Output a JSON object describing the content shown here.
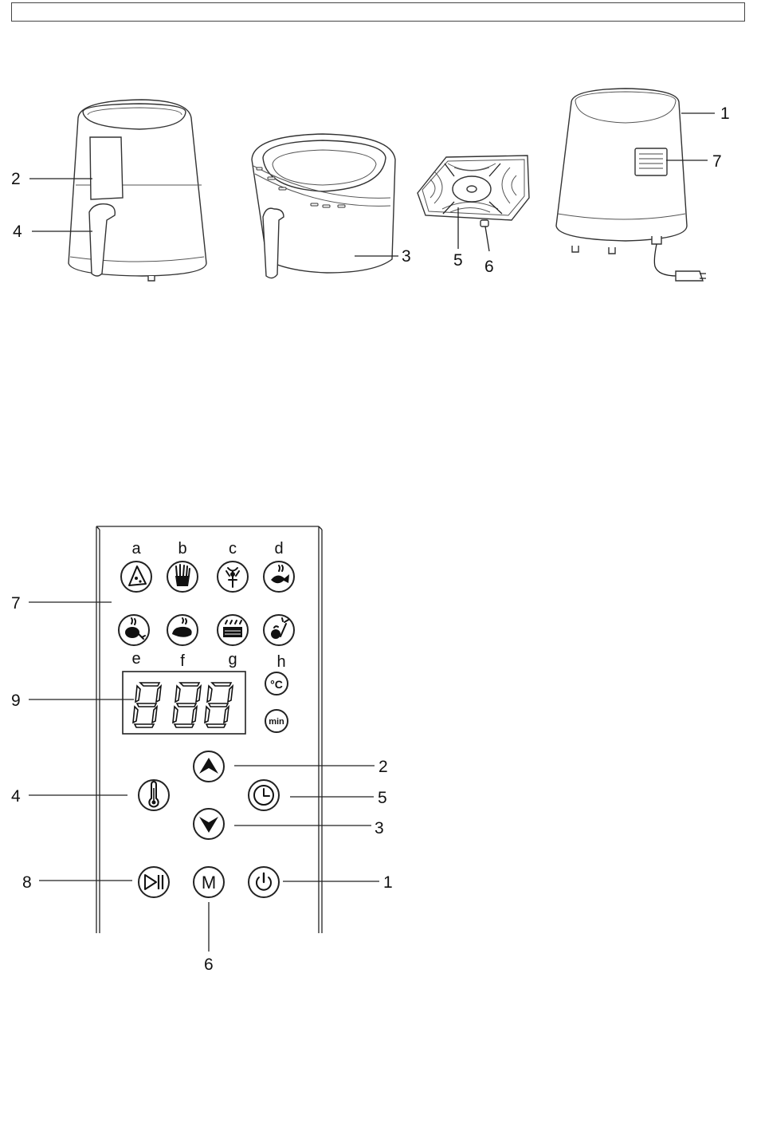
{
  "fig1": {
    "labels": {
      "c1": "1",
      "c2": "2",
      "c3": "3",
      "c4": "4",
      "c5": "5",
      "c6": "6",
      "c7": "7"
    }
  },
  "fig2": {
    "program_letters": [
      "a",
      "b",
      "c",
      "d",
      "e",
      "f",
      "g",
      "h"
    ],
    "callouts": {
      "c1": "1",
      "c2": "2",
      "c3": "3",
      "c4": "4",
      "c5": "5",
      "c6": "6",
      "c7": "7",
      "c8": "8",
      "c9": "9"
    },
    "celsius_label": "°C",
    "min_label": "min",
    "menu_label": "M",
    "display_digits": "888",
    "icons": {
      "programs": [
        "pizza-icon",
        "fries-icon",
        "shrimp-icon",
        "fish-icon",
        "chicken-icon",
        "steak-icon",
        "cake-icon",
        "vegetables-icon"
      ],
      "controls": [
        "up-arrow-icon",
        "down-arrow-icon",
        "thermometer-icon",
        "clock-icon",
        "play-pause-icon",
        "menu-icon",
        "power-icon"
      ]
    }
  }
}
